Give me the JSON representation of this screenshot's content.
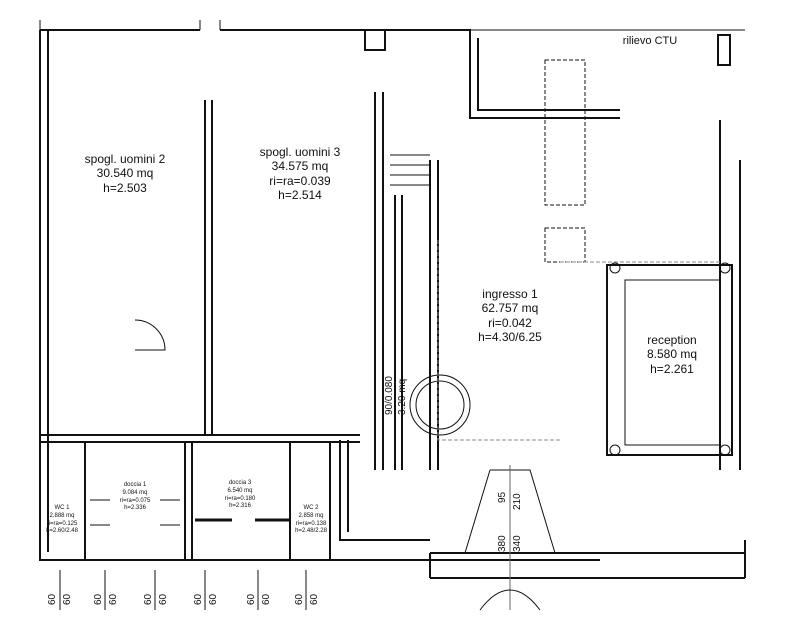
{
  "title": "rilievo CTU",
  "rooms": [
    {
      "name": "spogl. uomini 2",
      "area": "30.540 mq",
      "h": "h=2.503"
    },
    {
      "name": "spogl. uomini 3",
      "area": "34.575 mq",
      "ratio": "ri=ra=0.039",
      "h": "h=2.514"
    },
    {
      "name": "ingresso 1",
      "area": "62.757 mq",
      "ratio": "ri=0.042",
      "h": "h=4.30/6.25"
    },
    {
      "name": "reception",
      "area": "8.580 mq",
      "h": "h=2.261"
    },
    {
      "name": "WC 1",
      "area": "2.888 mq",
      "ratio": "ri=ra=0.125",
      "h": "h=2.60/2.48"
    },
    {
      "name": "doccia 1",
      "area": "9.084 mq",
      "ratio": "ri=ra=0.075",
      "h": "h=2.336"
    },
    {
      "name": "doccia 3",
      "area": "6.540 mq",
      "ratio": "ri=ra=0.180",
      "h": "h=2.316"
    },
    {
      "name": "WC 2",
      "area": "2.858 mq",
      "ratio": "ri=ra=0.138",
      "h": "h=2.48/2.28"
    }
  ],
  "stair_note": [
    "90/0.080",
    "3.20 mq"
  ],
  "door_dims": {
    "top": "95",
    "bottom": "210",
    "top2": "380",
    "bottom2": "340"
  },
  "bottom_dims": [
    "60",
    "60",
    "60",
    "60",
    "60",
    "60",
    "60",
    "60",
    "60",
    "60",
    "60",
    "60"
  ]
}
